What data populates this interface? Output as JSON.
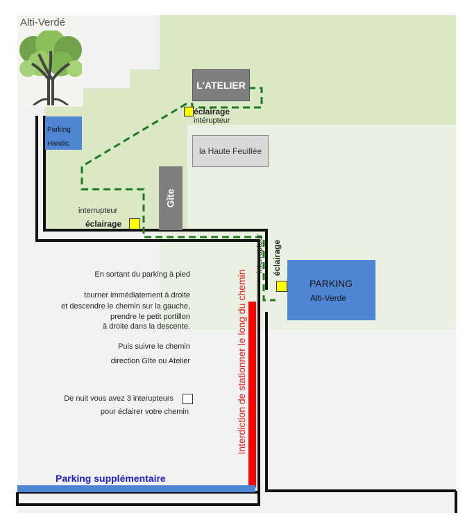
{
  "logo": {
    "text": "Alti-Verdé",
    "icon": "tree-logo-icon"
  },
  "buildings": {
    "atelier": "L'ATELIER",
    "haute_feuillee": "la Haute Feuillée",
    "gite": "Gîte"
  },
  "parking": {
    "handicap_line1": "Parking",
    "handicap_line2": "Handic.",
    "main_line1": "PARKING",
    "main_line2": "Alti-Verdé",
    "extra": "Parking supplémentaire"
  },
  "switches": {
    "s1_light": "éclairage",
    "s1_switch": "intérupteur",
    "s2_switch": "interrupteur",
    "s2_light": "éclairage",
    "s3_switch": "interrupteur",
    "s3_light": "éclairage"
  },
  "no_parking": "Interdiction de stationner le long du chemin",
  "instructions": {
    "l1": "En sortant du parking à pied",
    "l2": "tourner immédiatement à droite",
    "l3": "et descendre le chemin sur la gauche,",
    "l4": "prendre le petit portillon",
    "l5": "à droite dans la descente.",
    "l6": "Puis suivre le chemin",
    "l7": "direction Gîte ou Atelier",
    "l8": "De nuit vous avez 3 interupteurs",
    "l9": "pour éclairer votre chemin"
  },
  "colors": {
    "grass": "#dae8c6",
    "grass_light": "#ebf1e2",
    "ground": "#f2f2f2",
    "parking_blue": "#4f86d4",
    "switch_yellow": "#ffff00",
    "path_green": "#1f7a1f",
    "no_parking_red": "#ff0000",
    "extra_parking_text": "#1f1fbf"
  }
}
